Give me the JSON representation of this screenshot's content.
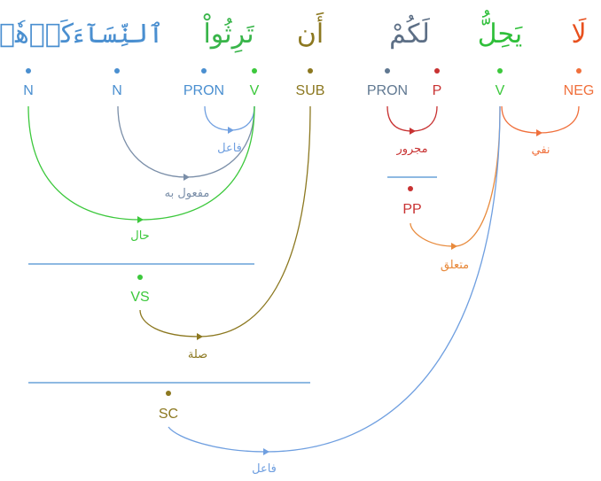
{
  "colors": {
    "blue": "#4a8fd0",
    "gray_blue": "#607891",
    "green": "#3cc83c",
    "olive": "#8c7820",
    "red": "#c83232",
    "orange": "#f0703c",
    "rel_orange": "#e88a3c",
    "rel_blue": "#6f9fe0",
    "rel_gray": "#7a8ea8",
    "gray_text": "#777777"
  },
  "words": [
    {
      "id": "w1",
      "text": "لَا",
      "color": "#e8501e"
    },
    {
      "id": "w2",
      "text": "يَحِلُّ",
      "color": "#2fbf3a"
    },
    {
      "id": "w3",
      "text": "لَكُمْ",
      "color": "#5d6f86"
    },
    {
      "id": "w4",
      "text": "أَن",
      "color": "#8c7820"
    },
    {
      "id": "w5",
      "text": "تَرِثُواْ",
      "color": "#39b54a"
    },
    {
      "id": "w6",
      "text": "ٱلنِّسَآءَ",
      "color": "#4a8fd0"
    },
    {
      "id": "w7",
      "text": "كَرۡهٗاۖ",
      "color": "#4a8fd0"
    }
  ],
  "tags": [
    {
      "id": "t-neg",
      "text": "NEG",
      "color": "#f0703c"
    },
    {
      "id": "t-v1",
      "text": "V",
      "color": "#3cc83c"
    },
    {
      "id": "t-p",
      "text": "P",
      "color": "#c83232"
    },
    {
      "id": "t-pron1",
      "text": "PRON",
      "color": "#607891"
    },
    {
      "id": "t-sub",
      "text": "SUB",
      "color": "#8c7820"
    },
    {
      "id": "t-v2",
      "text": "V",
      "color": "#3cc83c"
    },
    {
      "id": "t-pron2",
      "text": "PRON",
      "color": "#4a8fd0"
    },
    {
      "id": "t-n1",
      "text": "N",
      "color": "#4a8fd0"
    },
    {
      "id": "t-n2",
      "text": "N",
      "color": "#4a8fd0"
    }
  ],
  "phrases": [
    {
      "id": "pp",
      "text": "PP",
      "color": "#c83232"
    },
    {
      "id": "vs",
      "text": "VS",
      "color": "#3cc83c"
    },
    {
      "id": "sc",
      "text": "SC",
      "color": "#8c7820"
    }
  ],
  "relations": [
    {
      "id": "r-nafy",
      "label": "نفي",
      "color": "#f0703c"
    },
    {
      "id": "r-majrur",
      "label": "مجرور",
      "color": "#c83232"
    },
    {
      "id": "r-fail1",
      "label": "فاعل",
      "color": "#6f9fe0"
    },
    {
      "id": "r-mafool",
      "label": "مفعول به",
      "color": "#7a8ea8"
    },
    {
      "id": "r-hal",
      "label": "حال",
      "color": "#3cc83c"
    },
    {
      "id": "r-mutaalliq",
      "label": "متعلق",
      "color": "#e88a3c"
    },
    {
      "id": "r-sila",
      "label": "صلة",
      "color": "#8c7820"
    },
    {
      "id": "r-fail2",
      "label": "فاعل",
      "color": "#6f9fe0"
    }
  ]
}
